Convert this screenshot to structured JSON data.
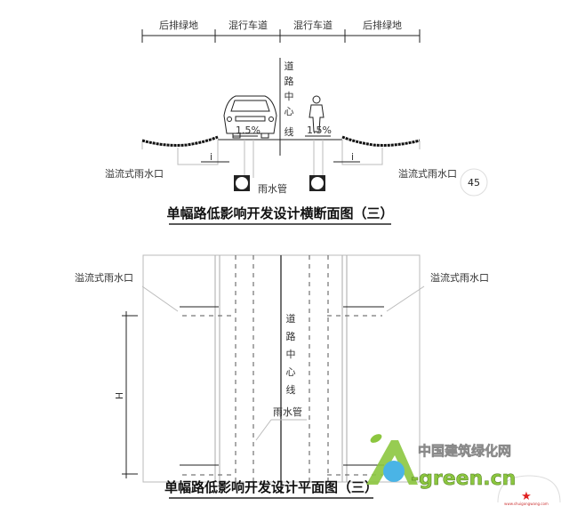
{
  "section": {
    "dimension_labels": [
      "后排绿地",
      "混行车道",
      "混行车道",
      "后排绿地"
    ],
    "centerline_label": [
      "道",
      "路",
      "中",
      "心",
      "线"
    ],
    "slope_left": "1.5%",
    "slope_right": "1.5%",
    "gradient_left": "i",
    "gradient_right": "i",
    "inlet_left": "溢流式雨水口",
    "inlet_right": "溢流式雨水口",
    "pipe_label": "雨水管",
    "page_badge": "45",
    "title": "单幅路低影响开发设计横断面图（三）"
  },
  "plan": {
    "inlet_left": "溢流式雨水口",
    "inlet_right": "溢流式雨水口",
    "centerline_label": [
      "道",
      "路",
      "中",
      "心",
      "线"
    ],
    "pipe_label": "雨水管",
    "spacing_label": "H",
    "title": "单幅路低影响开发设计平面图（三）"
  },
  "watermark": {
    "cn": "中国建筑绿化网",
    "en": "-green.cn",
    "small": "www.shuigongwang.com"
  },
  "colors": {
    "logo_green": "#8cc63f",
    "logo_blue": "#4ab4e6",
    "star": "#e02020"
  }
}
